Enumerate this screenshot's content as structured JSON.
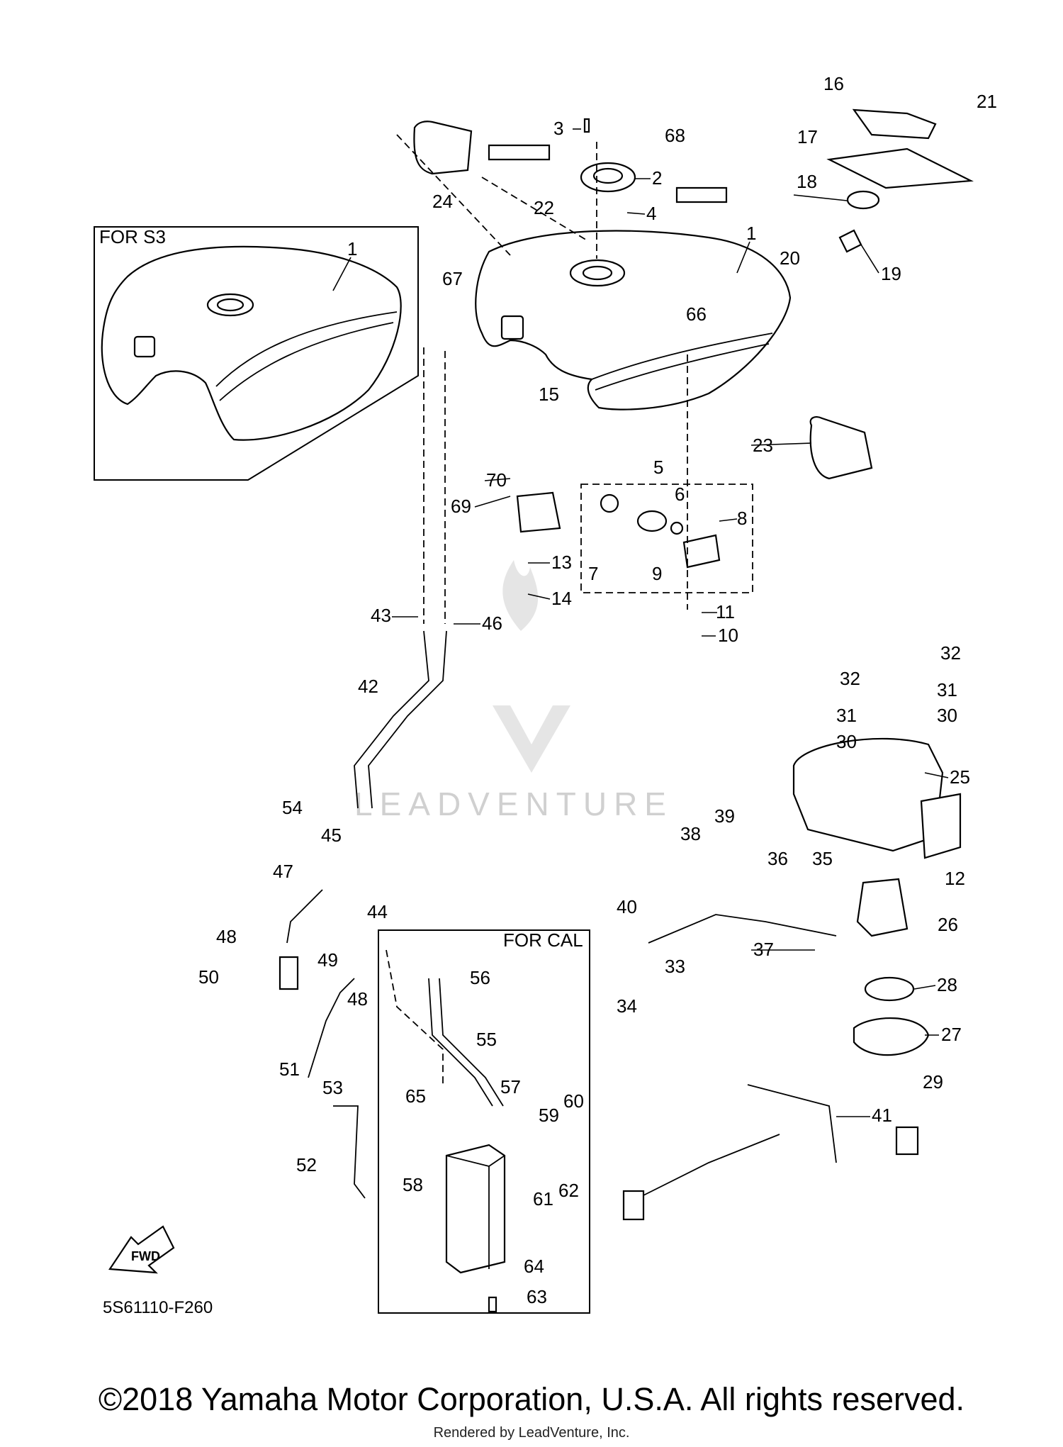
{
  "diagram_code": "5S61110-F260",
  "boxes": {
    "s3_title": "FOR S3",
    "cal_title": "FOR CAL"
  },
  "watermark": "LEADVENTURE",
  "fwd_label": "FWD",
  "footer": {
    "copyright": "©2018 Yamaha Motor Corporation, U.S.A. All rights reserved.",
    "rendered": "Rendered by LeadVenture, Inc."
  },
  "callouts": [
    {
      "id": "1",
      "text": "1"
    },
    {
      "id": "1b",
      "text": "1"
    },
    {
      "id": "2",
      "text": "2"
    },
    {
      "id": "3",
      "text": "3"
    },
    {
      "id": "4",
      "text": "4"
    },
    {
      "id": "5",
      "text": "5"
    },
    {
      "id": "6",
      "text": "6"
    },
    {
      "id": "7",
      "text": "7"
    },
    {
      "id": "8",
      "text": "8"
    },
    {
      "id": "9",
      "text": "9"
    },
    {
      "id": "10",
      "text": "10"
    },
    {
      "id": "11",
      "text": "11"
    },
    {
      "id": "12",
      "text": "12"
    },
    {
      "id": "13",
      "text": "13"
    },
    {
      "id": "14",
      "text": "14"
    },
    {
      "id": "15",
      "text": "15"
    },
    {
      "id": "16",
      "text": "16"
    },
    {
      "id": "17",
      "text": "17"
    },
    {
      "id": "18",
      "text": "18"
    },
    {
      "id": "19",
      "text": "19"
    },
    {
      "id": "20",
      "text": "20"
    },
    {
      "id": "21",
      "text": "21"
    },
    {
      "id": "22",
      "text": "22"
    },
    {
      "id": "23",
      "text": "23"
    },
    {
      "id": "24",
      "text": "24"
    },
    {
      "id": "25",
      "text": "25"
    },
    {
      "id": "26",
      "text": "26"
    },
    {
      "id": "27",
      "text": "27"
    },
    {
      "id": "28",
      "text": "28"
    },
    {
      "id": "29",
      "text": "29"
    },
    {
      "id": "30a",
      "text": "30"
    },
    {
      "id": "30b",
      "text": "30"
    },
    {
      "id": "31a",
      "text": "31"
    },
    {
      "id": "31b",
      "text": "31"
    },
    {
      "id": "32a",
      "text": "32"
    },
    {
      "id": "32b",
      "text": "32"
    },
    {
      "id": "33",
      "text": "33"
    },
    {
      "id": "34",
      "text": "34"
    },
    {
      "id": "35",
      "text": "35"
    },
    {
      "id": "36",
      "text": "36"
    },
    {
      "id": "37",
      "text": "37"
    },
    {
      "id": "38",
      "text": "38"
    },
    {
      "id": "39",
      "text": "39"
    },
    {
      "id": "40",
      "text": "40"
    },
    {
      "id": "41",
      "text": "41"
    },
    {
      "id": "42",
      "text": "42"
    },
    {
      "id": "43",
      "text": "43"
    },
    {
      "id": "44",
      "text": "44"
    },
    {
      "id": "45",
      "text": "45"
    },
    {
      "id": "46",
      "text": "46"
    },
    {
      "id": "47",
      "text": "47"
    },
    {
      "id": "48a",
      "text": "48"
    },
    {
      "id": "48b",
      "text": "48"
    },
    {
      "id": "49",
      "text": "49"
    },
    {
      "id": "50",
      "text": "50"
    },
    {
      "id": "51",
      "text": "51"
    },
    {
      "id": "52",
      "text": "52"
    },
    {
      "id": "53",
      "text": "53"
    },
    {
      "id": "54",
      "text": "54"
    },
    {
      "id": "55",
      "text": "55"
    },
    {
      "id": "56",
      "text": "56"
    },
    {
      "id": "57",
      "text": "57"
    },
    {
      "id": "58",
      "text": "58"
    },
    {
      "id": "59",
      "text": "59"
    },
    {
      "id": "60",
      "text": "60"
    },
    {
      "id": "61",
      "text": "61"
    },
    {
      "id": "62",
      "text": "62"
    },
    {
      "id": "63",
      "text": "63"
    },
    {
      "id": "64",
      "text": "64"
    },
    {
      "id": "65",
      "text": "65"
    },
    {
      "id": "66",
      "text": "66"
    },
    {
      "id": "67",
      "text": "67"
    },
    {
      "id": "68",
      "text": "68"
    },
    {
      "id": "69",
      "text": "69"
    },
    {
      "id": "70",
      "text": "70"
    }
  ]
}
